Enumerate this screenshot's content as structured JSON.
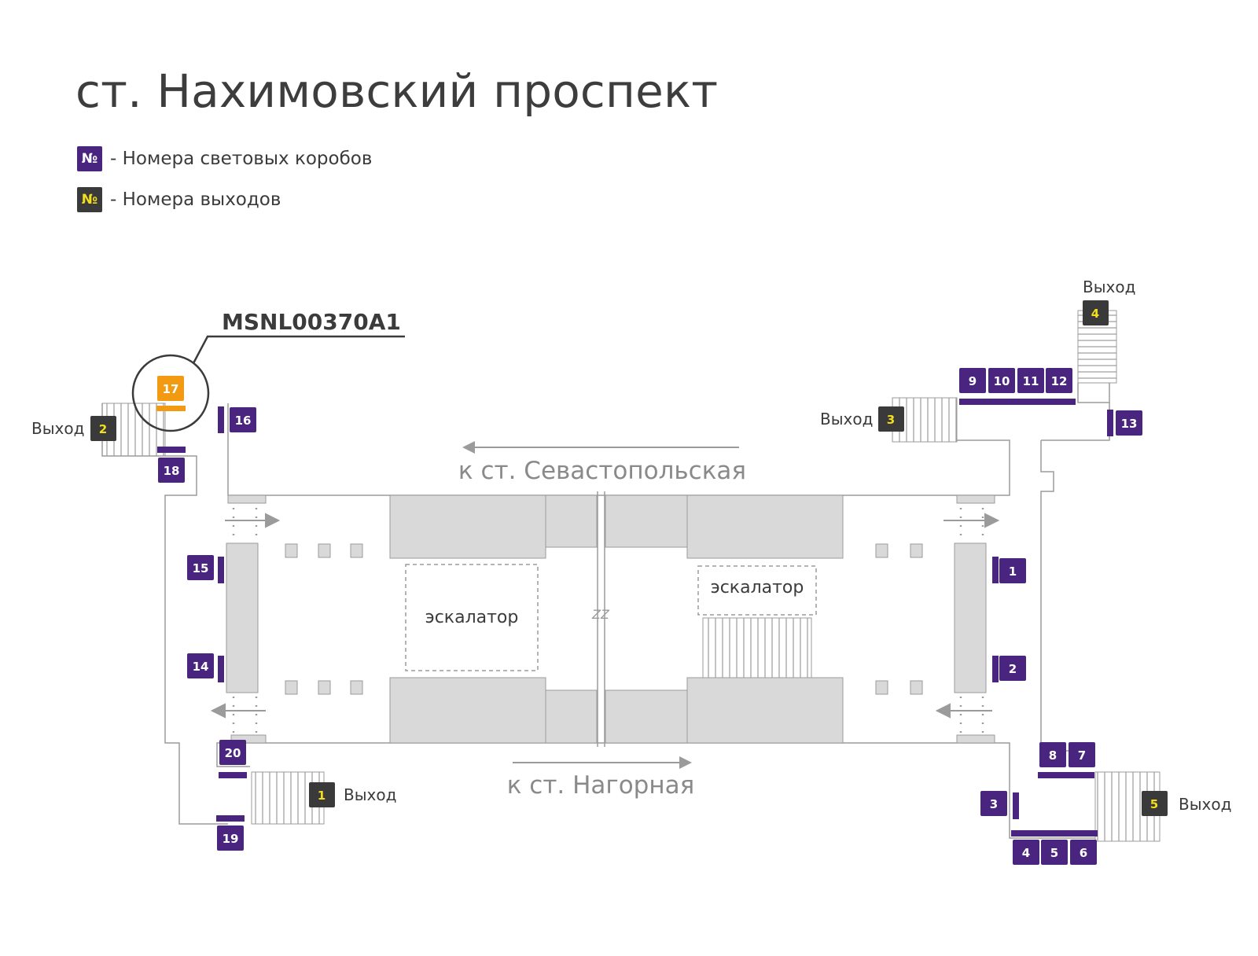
{
  "title": "ст. Нахимовский проспект",
  "legend": {
    "symbol": "№",
    "lightboxes_label": "- Номера световых коробов",
    "exits_label": "- Номера выходов"
  },
  "highlight_code": "MSNL00370A1",
  "directions": {
    "top": "к ст. Севастопольская",
    "bottom": "к ст. Нагорная"
  },
  "escalator_label": "эскалатор",
  "track_break_label": "ZZ",
  "exit_word": "Выход",
  "exits": [
    "1",
    "2",
    "3",
    "4",
    "5"
  ],
  "lightboxes": [
    "1",
    "2",
    "3",
    "4",
    "5",
    "6",
    "7",
    "8",
    "9",
    "10",
    "11",
    "12",
    "13",
    "14",
    "15",
    "16",
    "17",
    "18",
    "19",
    "20"
  ],
  "highlighted_lightbox": "17",
  "colors": {
    "lightbox": "#4a2580",
    "exit_badge": "#3a3a3a",
    "exit_number": "#f3de1c",
    "highlight": "#f29a12",
    "outline": "#9b9b9b",
    "fill": "#d9d9d9"
  }
}
